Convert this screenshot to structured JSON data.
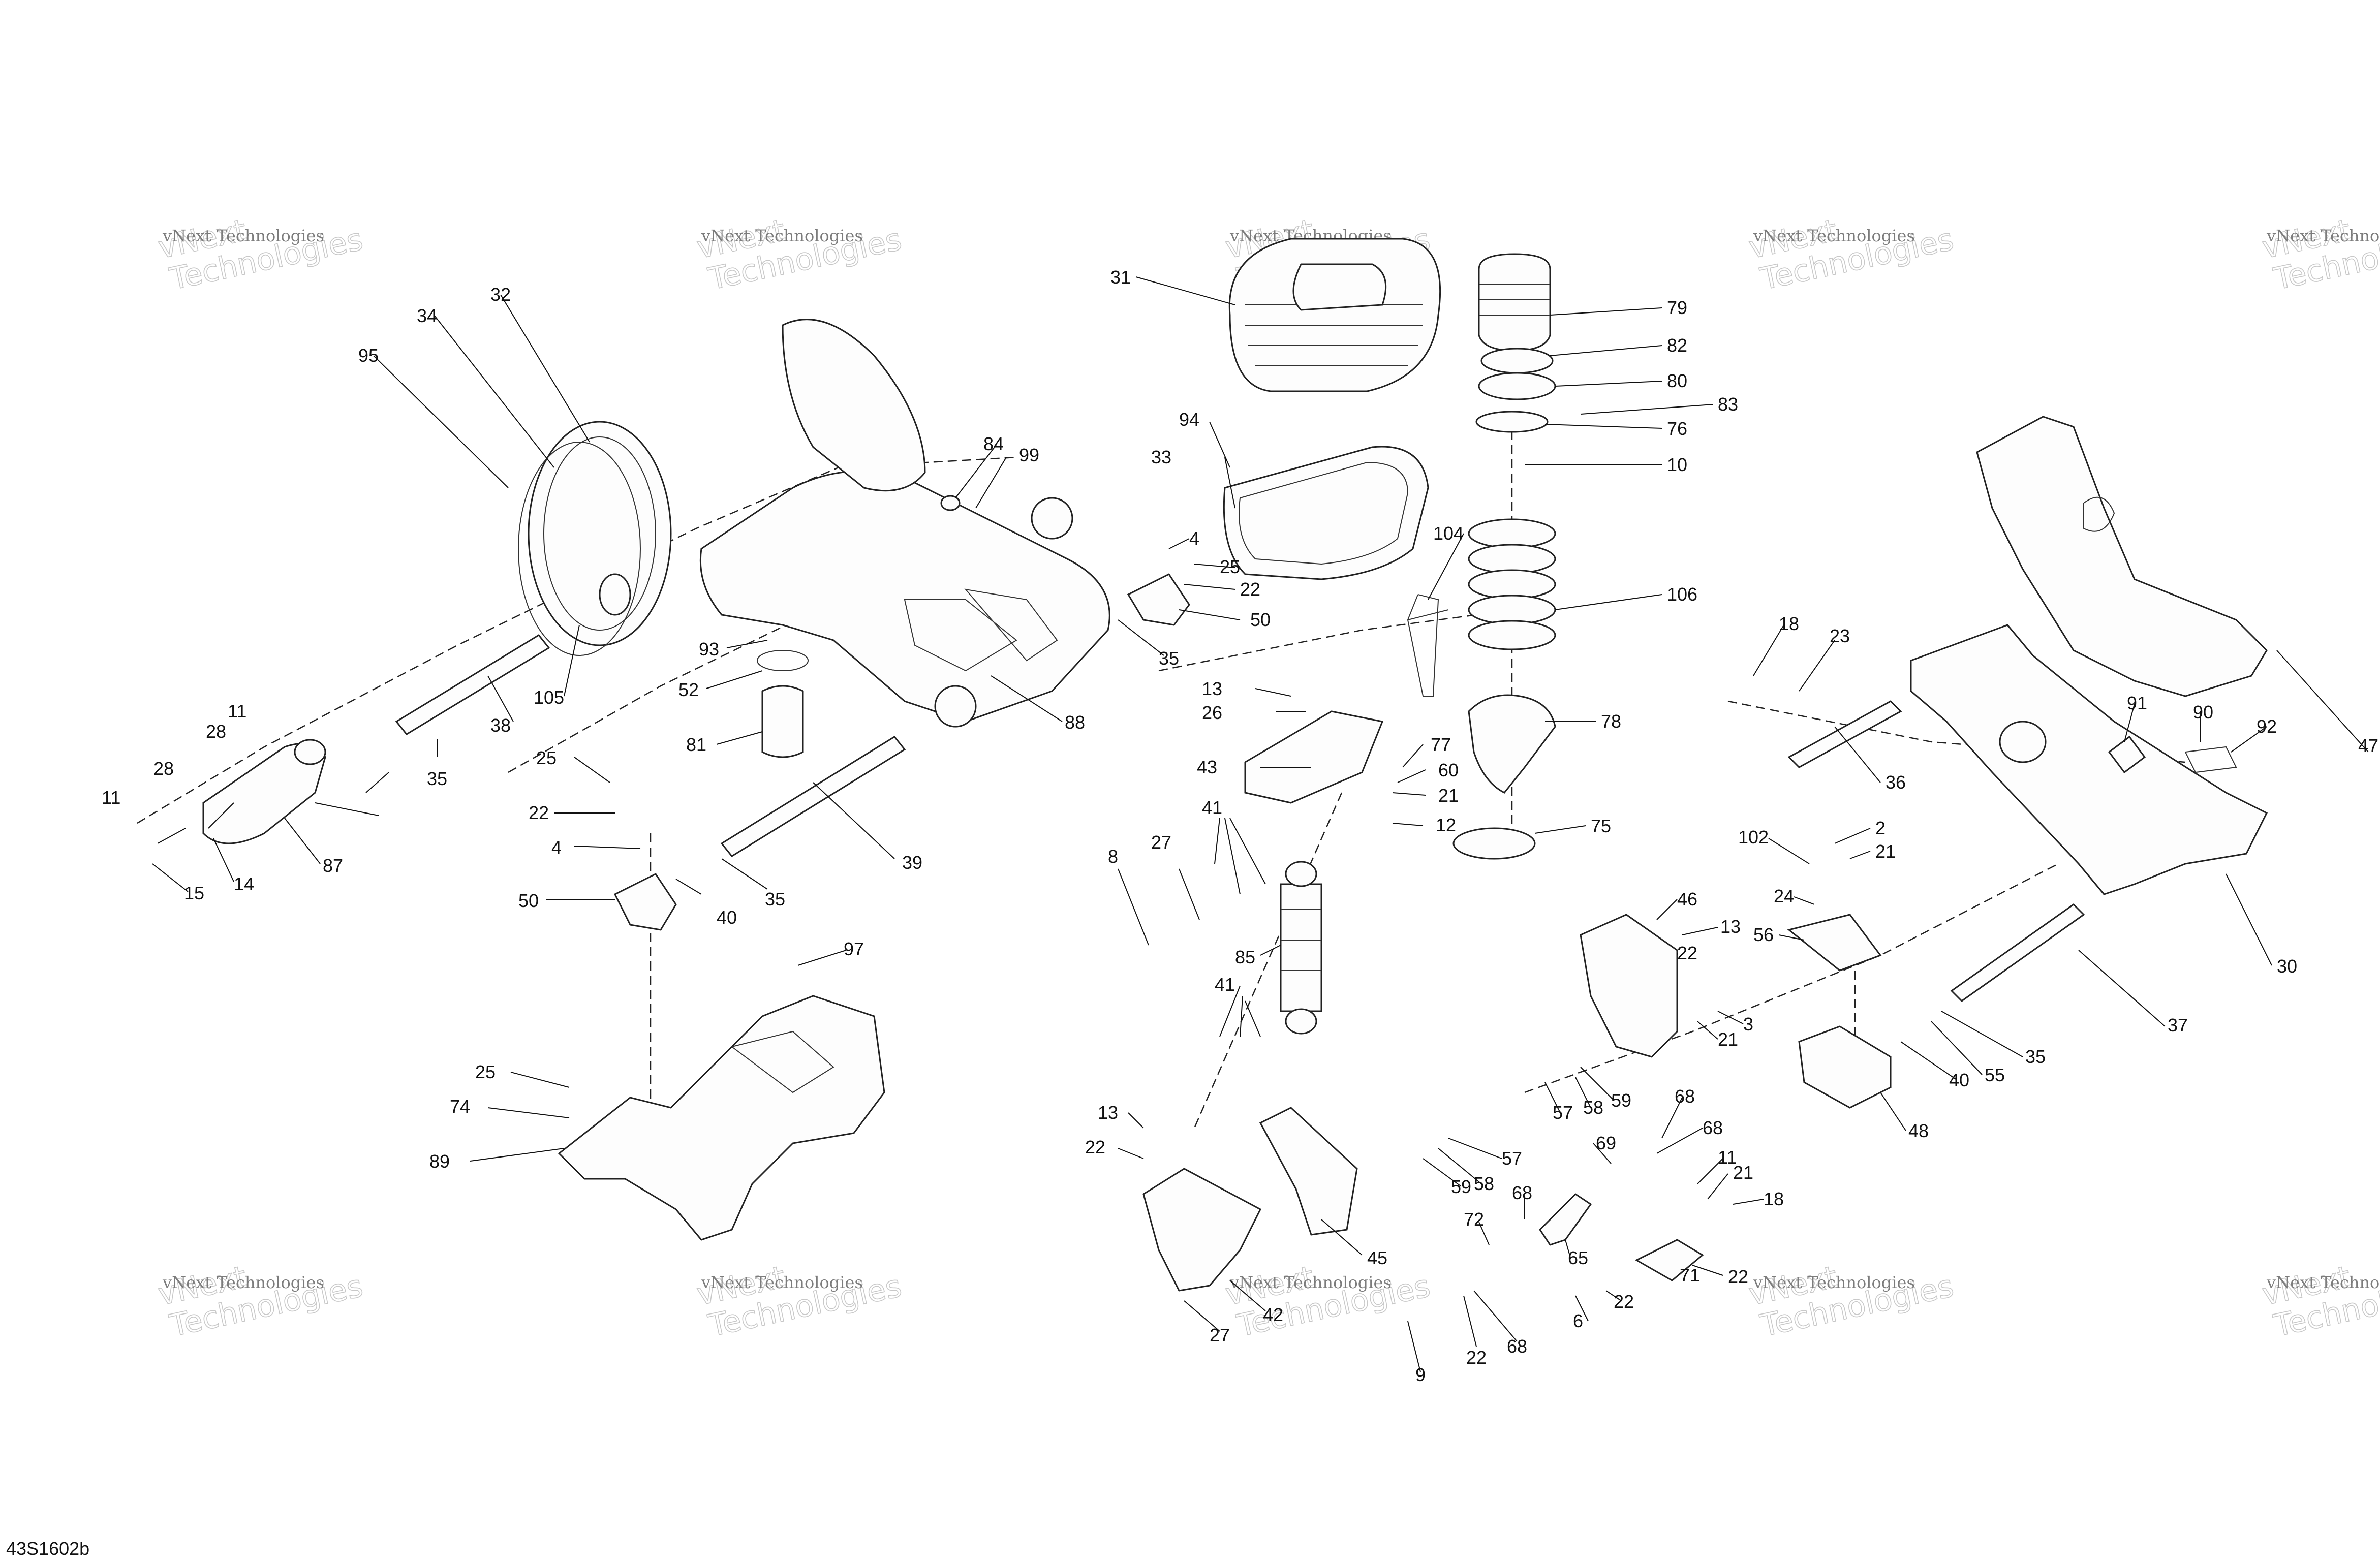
{
  "drawing": {
    "code": "43S1602b"
  },
  "watermark": {
    "line1": "vNext Technologies",
    "line2": "vNext",
    "line3": "Technologies",
    "positions_label": "",
    "count": 10
  },
  "callouts": [
    {
      "id": "c31",
      "label": "31"
    },
    {
      "id": "c79",
      "label": "79"
    },
    {
      "id": "c82",
      "label": "82"
    },
    {
      "id": "c80",
      "label": "80"
    },
    {
      "id": "c83",
      "label": "83"
    },
    {
      "id": "c76",
      "label": "76"
    },
    {
      "id": "c10",
      "label": "10"
    },
    {
      "id": "c34",
      "label": "34"
    },
    {
      "id": "c32",
      "label": "32"
    },
    {
      "id": "c95",
      "label": "95"
    },
    {
      "id": "c94",
      "label": "94"
    },
    {
      "id": "c84",
      "label": "84"
    },
    {
      "id": "c99",
      "label": "99"
    },
    {
      "id": "c33",
      "label": "33"
    },
    {
      "id": "c104",
      "label": "104"
    },
    {
      "id": "c106",
      "label": "106"
    },
    {
      "id": "c4a",
      "label": "4"
    },
    {
      "id": "c25a",
      "label": "25"
    },
    {
      "id": "c22a",
      "label": "22"
    },
    {
      "id": "c50a",
      "label": "50"
    },
    {
      "id": "c35a",
      "label": "35"
    },
    {
      "id": "c93",
      "label": "93"
    },
    {
      "id": "c52",
      "label": "52"
    },
    {
      "id": "c105",
      "label": "105"
    },
    {
      "id": "c38",
      "label": "38"
    },
    {
      "id": "c88",
      "label": "88"
    },
    {
      "id": "c81",
      "label": "81"
    },
    {
      "id": "c13a",
      "label": "13"
    },
    {
      "id": "c26",
      "label": "26"
    },
    {
      "id": "c78",
      "label": "78"
    },
    {
      "id": "c11a",
      "label": "11"
    },
    {
      "id": "c28a",
      "label": "28"
    },
    {
      "id": "c28b",
      "label": "28"
    },
    {
      "id": "c35b",
      "label": "35"
    },
    {
      "id": "c11b",
      "label": "11"
    },
    {
      "id": "c87",
      "label": "87"
    },
    {
      "id": "c14",
      "label": "14"
    },
    {
      "id": "c15",
      "label": "15"
    },
    {
      "id": "c25b",
      "label": "25"
    },
    {
      "id": "c22b",
      "label": "22"
    },
    {
      "id": "c39",
      "label": "39"
    },
    {
      "id": "c43",
      "label": "43"
    },
    {
      "id": "c77",
      "label": "77"
    },
    {
      "id": "c60",
      "label": "60"
    },
    {
      "id": "c21a",
      "label": "21"
    },
    {
      "id": "c12",
      "label": "12"
    },
    {
      "id": "c75",
      "label": "75"
    },
    {
      "id": "c41a",
      "label": "41"
    },
    {
      "id": "c4b",
      "label": "4"
    },
    {
      "id": "c27a",
      "label": "27"
    },
    {
      "id": "c8",
      "label": "8"
    },
    {
      "id": "c50b",
      "label": "50"
    },
    {
      "id": "c40a",
      "label": "40"
    },
    {
      "id": "c35c",
      "label": "35"
    },
    {
      "id": "c97",
      "label": "97"
    },
    {
      "id": "c85",
      "label": "85"
    },
    {
      "id": "c41b",
      "label": "41"
    },
    {
      "id": "c25c",
      "label": "25"
    },
    {
      "id": "c74",
      "label": "74"
    },
    {
      "id": "c89",
      "label": "89"
    },
    {
      "id": "c13b",
      "label": "13"
    },
    {
      "id": "c22c",
      "label": "22"
    },
    {
      "id": "c45",
      "label": "45"
    },
    {
      "id": "c27b",
      "label": "27"
    },
    {
      "id": "c42",
      "label": "42"
    },
    {
      "id": "c18a",
      "label": "18"
    },
    {
      "id": "c23",
      "label": "23"
    },
    {
      "id": "c91",
      "label": "91"
    },
    {
      "id": "c90",
      "label": "90"
    },
    {
      "id": "c92",
      "label": "92"
    },
    {
      "id": "c47",
      "label": "47"
    },
    {
      "id": "c36",
      "label": "36"
    },
    {
      "id": "c2",
      "label": "2"
    },
    {
      "id": "c102",
      "label": "102"
    },
    {
      "id": "c21b",
      "label": "21"
    },
    {
      "id": "c24",
      "label": "24"
    },
    {
      "id": "c56",
      "label": "56"
    },
    {
      "id": "c46",
      "label": "46"
    },
    {
      "id": "c13c",
      "label": "13"
    },
    {
      "id": "c22d",
      "label": "22"
    },
    {
      "id": "c30",
      "label": "30"
    },
    {
      "id": "c37",
      "label": "37"
    },
    {
      "id": "c3",
      "label": "3"
    },
    {
      "id": "c21c",
      "label": "21"
    },
    {
      "id": "c35d",
      "label": "35"
    },
    {
      "id": "c55",
      "label": "55"
    },
    {
      "id": "c40b",
      "label": "40"
    },
    {
      "id": "c48",
      "label": "48"
    },
    {
      "id": "c57a",
      "label": "57"
    },
    {
      "id": "c58a",
      "label": "58"
    },
    {
      "id": "c59a",
      "label": "59"
    },
    {
      "id": "c68a",
      "label": "68"
    },
    {
      "id": "c68b",
      "label": "68"
    },
    {
      "id": "c69",
      "label": "69"
    },
    {
      "id": "c59b",
      "label": "59"
    },
    {
      "id": "c58b",
      "label": "58"
    },
    {
      "id": "c57b",
      "label": "57"
    },
    {
      "id": "c11c",
      "label": "11"
    },
    {
      "id": "c21d",
      "label": "21"
    },
    {
      "id": "c18b",
      "label": "18"
    },
    {
      "id": "c68c",
      "label": "68"
    },
    {
      "id": "c72",
      "label": "72"
    },
    {
      "id": "c65",
      "label": "65"
    },
    {
      "id": "c22e",
      "label": "22"
    },
    {
      "id": "c71",
      "label": "71"
    },
    {
      "id": "c22f",
      "label": "22"
    },
    {
      "id": "c6",
      "label": "6"
    },
    {
      "id": "c68d",
      "label": "68"
    },
    {
      "id": "c22g",
      "label": "22"
    },
    {
      "id": "c9",
      "label": "9"
    }
  ]
}
